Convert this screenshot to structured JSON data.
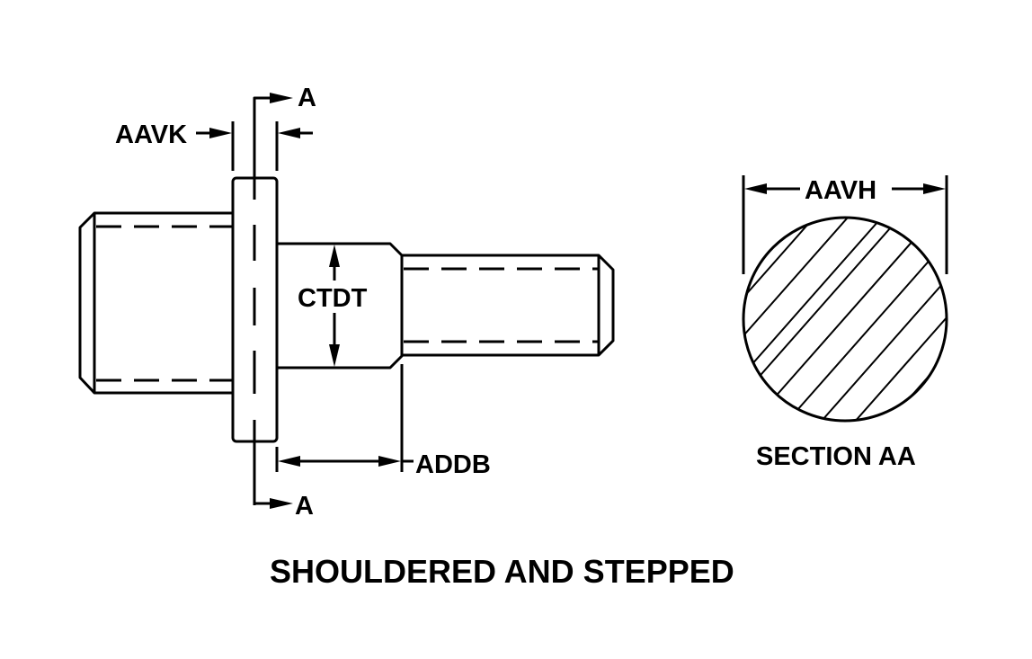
{
  "drawing": {
    "title": "SHOULDERED AND STEPPED",
    "section_label": "SECTION AA",
    "section_marker_top": "A",
    "section_marker_bottom": "A",
    "dimensions": {
      "shoulder_thickness": "AAVK",
      "shoulder_diameter": "CTDT",
      "step_length": "ADDB",
      "section_diameter": "AAVH"
    },
    "colors": {
      "line": "#000000",
      "background": "#ffffff"
    }
  }
}
